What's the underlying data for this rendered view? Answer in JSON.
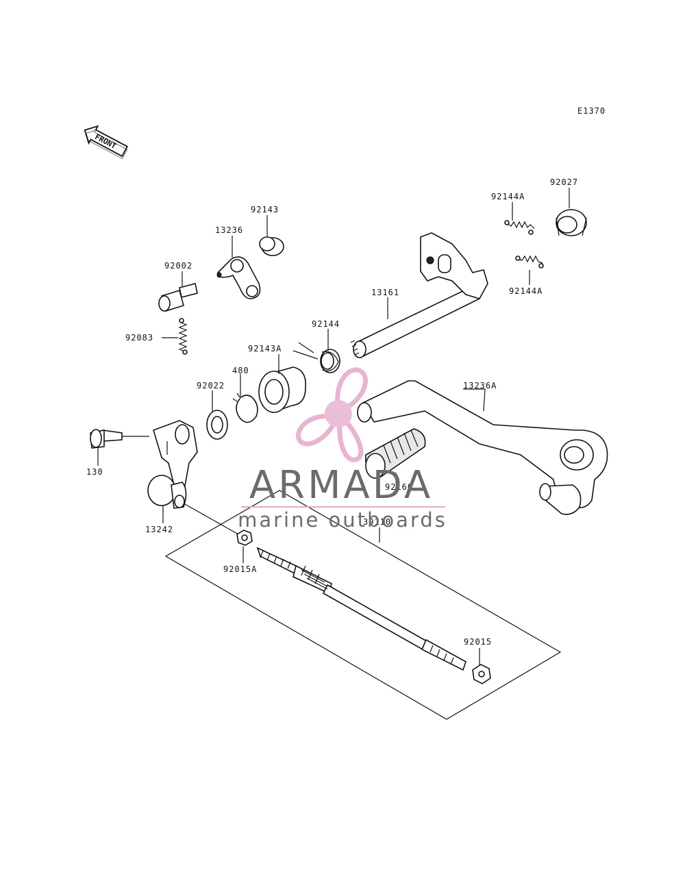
{
  "diagram_code": "E1370",
  "front_label": "FRONT",
  "watermark": {
    "brand": "ARMADA",
    "tagline": "marine outboards",
    "colors": {
      "logo": "#e4a9c9",
      "logo_center": "#e6b3cf",
      "text": "#6b6b6b"
    }
  },
  "parts": [
    {
      "id": "p92027",
      "number": "92027"
    },
    {
      "id": "p92144A_1",
      "number": "92144A"
    },
    {
      "id": "p92144A_2",
      "number": "92144A"
    },
    {
      "id": "p92143",
      "number": "92143"
    },
    {
      "id": "p13236",
      "number": "13236"
    },
    {
      "id": "p92002",
      "number": "92002"
    },
    {
      "id": "p13161",
      "number": "13161"
    },
    {
      "id": "p92144",
      "number": "92144"
    },
    {
      "id": "p92083",
      "number": "92083"
    },
    {
      "id": "p92143A",
      "number": "92143A"
    },
    {
      "id": "p480",
      "number": "480"
    },
    {
      "id": "p92022",
      "number": "92022"
    },
    {
      "id": "p13236A",
      "number": "13236A"
    },
    {
      "id": "p130",
      "number": "130"
    },
    {
      "id": "p13242",
      "number": "13242"
    },
    {
      "id": "p92160",
      "number": "92160"
    },
    {
      "id": "p39110",
      "number": "39110"
    },
    {
      "id": "p92015A",
      "number": "92015A"
    },
    {
      "id": "p92015",
      "number": "92015"
    }
  ]
}
